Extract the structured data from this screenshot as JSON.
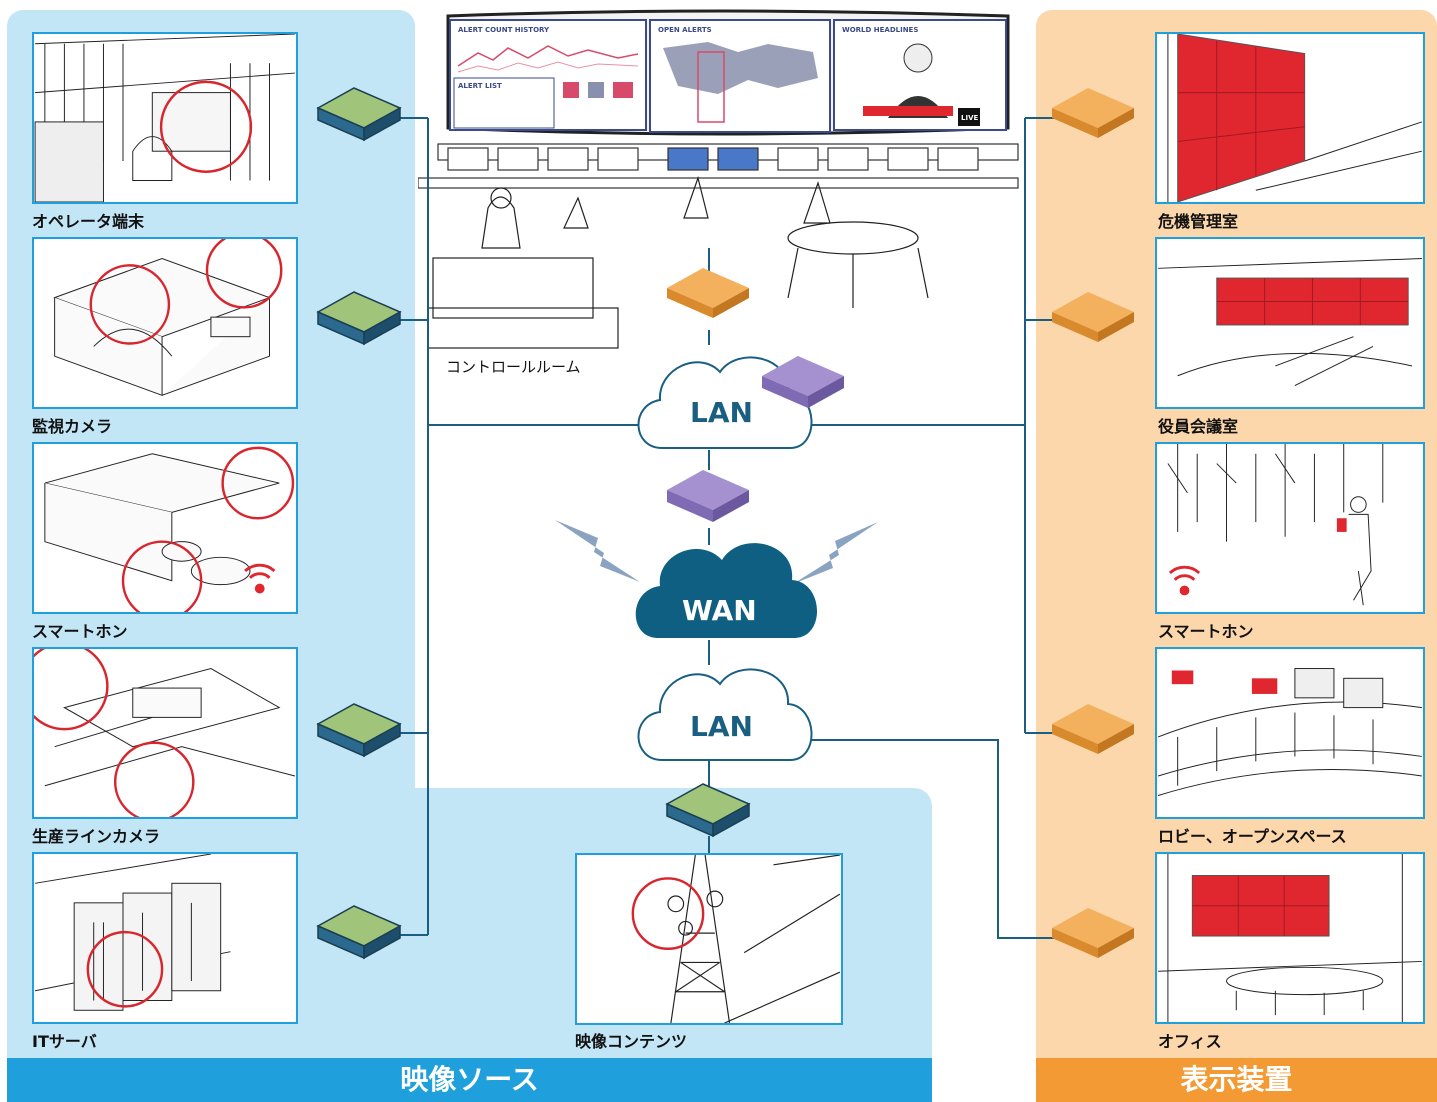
{
  "colors": {
    "source_panel": "#c3e6f7",
    "source_band": "#1f9fdc",
    "display_panel": "#fcd7ac",
    "display_band": "#f39a34",
    "line": "#1a5f82",
    "wan_cloud": "#0e5f82",
    "screen_red": "#e0262f",
    "device_green": "#9fc47a",
    "device_orange": "#f0a54a",
    "device_purple": "#9b86c8"
  },
  "sections": {
    "sources_title": "映像ソース",
    "displays_title": "表示装置"
  },
  "sources": [
    {
      "label": "オペレータ端末",
      "icon": "operator-terminal-illustration"
    },
    {
      "label": "監視カメラ",
      "icon": "surveillance-camera-illustration"
    },
    {
      "label": "スマートホン",
      "icon": "smartphone-illustration"
    },
    {
      "label": "生産ラインカメラ",
      "icon": "production-line-illustration"
    },
    {
      "label": "ITサーバ",
      "icon": "it-server-illustration"
    }
  ],
  "center": {
    "control_room_label": "コントロールルーム",
    "video_content_label": "映像コンテンツ",
    "lan_top": "LAN",
    "wan": "WAN",
    "lan_bottom": "LAN",
    "videowall": {
      "alert_count_history": "ALERT COUNT HISTORY",
      "alert_list": "ALERT LIST",
      "open_alerts": "OPEN ALERTS",
      "world_headlines": "WORLD HEADLINES",
      "live": "LIVE"
    }
  },
  "displays": [
    {
      "label": "危機管理室",
      "icon": "crisis-room-illustration"
    },
    {
      "label": "役員会議室",
      "icon": "boardroom-illustration"
    },
    {
      "label": "スマートホン",
      "icon": "smartphone-user-illustration"
    },
    {
      "label": "ロビー、オープンスペース",
      "icon": "lobby-illustration"
    },
    {
      "label": "オフィス",
      "icon": "office-illustration"
    }
  ]
}
